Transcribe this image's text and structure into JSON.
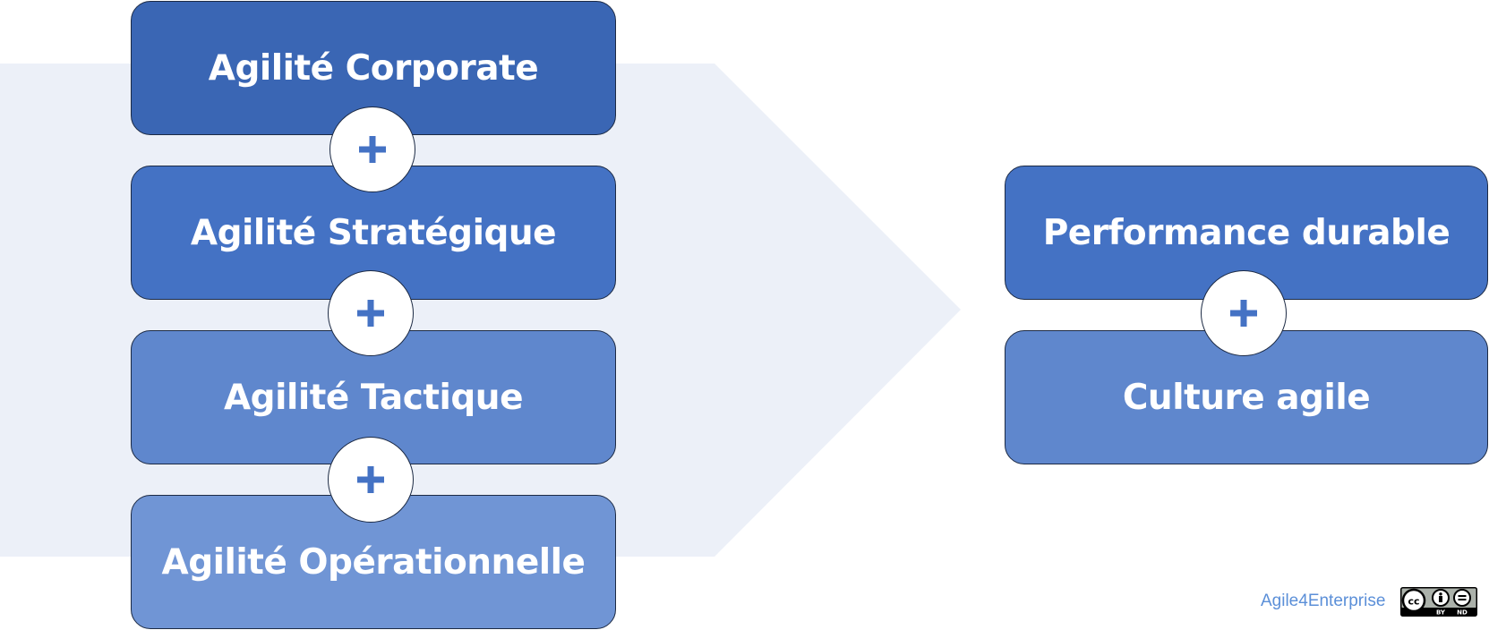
{
  "colors": {
    "arrow_fill": "#ecf0f8",
    "box_dark": "#3a66b4",
    "box_medium": "#4472c4",
    "box_light": "#5f87cd",
    "box_lightest": "#7095d5",
    "plus_color": "#4472c4",
    "brand_text": "#5b8fd8"
  },
  "left_stack": {
    "levels": [
      {
        "label": "Agilité Corporate"
      },
      {
        "label": "Agilité Stratégique"
      },
      {
        "label": "Agilité Tactique"
      },
      {
        "label": "Agilité Opérationnelle"
      }
    ],
    "connector_symbol": "+"
  },
  "right_stack": {
    "outcomes": [
      {
        "label": "Performance durable"
      },
      {
        "label": "Culture agile"
      }
    ],
    "connector_symbol": "+"
  },
  "footer": {
    "brand": "Agile4Enterprise",
    "license_badge": {
      "icons": [
        "cc-icon",
        "by-icon",
        "nd-icon"
      ],
      "labels": [
        "BY",
        "ND"
      ]
    }
  }
}
